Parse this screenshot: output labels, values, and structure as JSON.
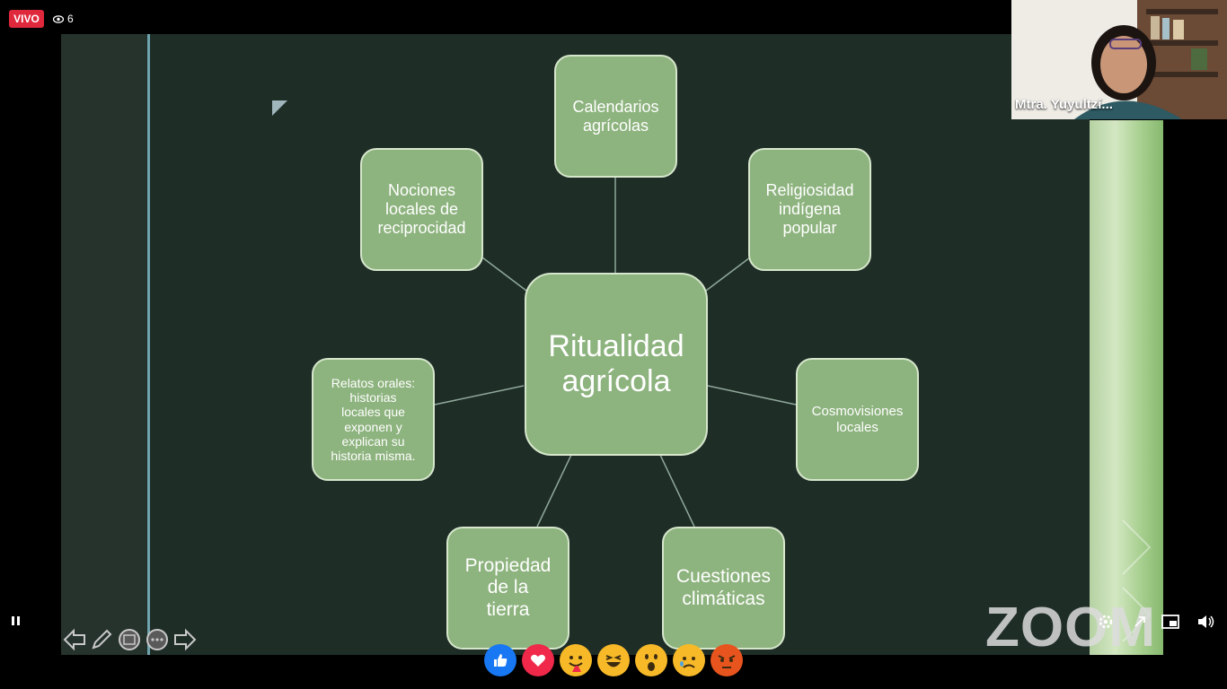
{
  "stream": {
    "live_label": "VIVO",
    "viewer_count": "6"
  },
  "webcam": {
    "participant_name": "Mtra. Yuyultzí..."
  },
  "diagram": {
    "center": [
      "Ritualidad",
      "agrícola"
    ],
    "nodes": {
      "top": [
        "Calendarios",
        "agrícolas"
      ],
      "top_right": [
        "Religiosidad",
        "indígena",
        "popular"
      ],
      "right": [
        "Cosmovisiones",
        "locales"
      ],
      "bottom_right": [
        "Cuestiones",
        "climáticas"
      ],
      "bottom_left": [
        "Propiedad",
        "de la",
        "tierra"
      ],
      "left": [
        "Relatos orales:",
        "historias",
        "locales que",
        "exponen y",
        "explican su",
        "historia misma."
      ],
      "top_left": [
        "Nociones",
        "locales de",
        "reciprocidad"
      ]
    }
  },
  "watermark": "ZOOM",
  "colors": {
    "live_badge": "#e0283c",
    "slide_bg": "#1f2d27",
    "node_fill": "#8db37e",
    "node_border": "#d6e7cc",
    "connector": "#8fa99a"
  },
  "reactions": [
    "like-icon",
    "love-icon",
    "care-icon",
    "haha-icon",
    "wow-icon",
    "sad-icon",
    "angry-icon"
  ],
  "controls": [
    "pause-icon",
    "prev-slide-icon",
    "pen-icon",
    "slides-overview-icon",
    "more-options-icon",
    "next-slide-icon",
    "settings-icon",
    "expand-icon",
    "pip-icon",
    "volume-icon"
  ]
}
